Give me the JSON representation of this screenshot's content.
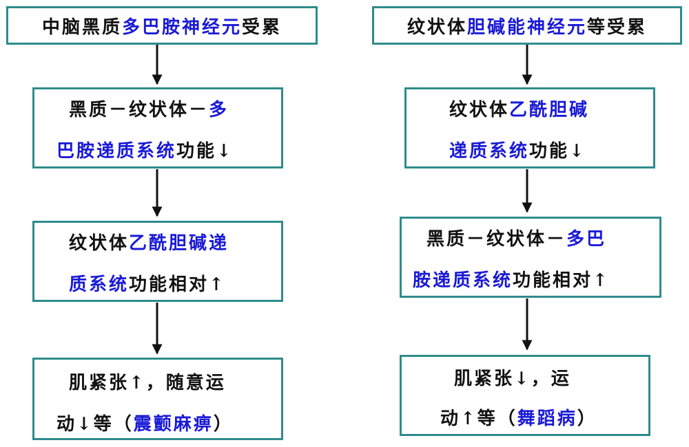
{
  "left_column": {
    "box1": [
      {
        "text": "中脑黑质",
        "color": "black"
      },
      {
        "text": "多巴胺神经元",
        "color": "blue"
      },
      {
        "text": "受累",
        "color": "black"
      }
    ],
    "box2_line1": [
      {
        "text": "黑质－纹状体－",
        "color": "black"
      },
      {
        "text": "多",
        "color": "blue"
      }
    ],
    "box2_line2": [
      {
        "text": "巴胺递质系统",
        "color": "blue"
      },
      {
        "text": "功能↓",
        "color": "black"
      }
    ],
    "box3_line1": [
      {
        "text": "纹状体",
        "color": "black"
      },
      {
        "text": "乙酰胆碱递",
        "color": "blue"
      }
    ],
    "box3_line2": [
      {
        "text": "质系统",
        "color": "blue"
      },
      {
        "text": "功能相对↑",
        "color": "black"
      }
    ],
    "box4_line1": [
      {
        "text": "肌紧张↑，随意运",
        "color": "black"
      }
    ],
    "box4_line2": [
      {
        "text": "动↓等（",
        "color": "black"
      },
      {
        "text": "震颤麻痹",
        "color": "blue"
      },
      {
        "text": "）",
        "color": "black"
      }
    ]
  },
  "right_column": {
    "box1": [
      {
        "text": "纹状体",
        "color": "black"
      },
      {
        "text": "胆碱能神经元",
        "color": "blue"
      },
      {
        "text": "等受累",
        "color": "black"
      }
    ],
    "box2_line1": [
      {
        "text": "纹状体",
        "color": "black"
      },
      {
        "text": "乙酰胆碱",
        "color": "blue"
      }
    ],
    "box2_line2": [
      {
        "text": "递质系统",
        "color": "blue"
      },
      {
        "text": "功能↓",
        "color": "black"
      }
    ],
    "box3_line1": [
      {
        "text": "黑质－纹状体－",
        "color": "black"
      },
      {
        "text": "多巴",
        "color": "blue"
      }
    ],
    "box3_line2": [
      {
        "text": "胺递质系统",
        "color": "blue"
      },
      {
        "text": "功能相对↑",
        "color": "black"
      }
    ],
    "box4_line1": [
      {
        "text": "肌紧张↓，运",
        "color": "black"
      }
    ],
    "box4_line2": [
      {
        "text": "动↑等（",
        "color": "black"
      },
      {
        "text": "舞蹈病",
        "color": "blue"
      },
      {
        "text": "）",
        "color": "black"
      }
    ]
  },
  "colors": {
    "border": "#2e8b8b",
    "accent_text": "#1a1ad6",
    "text": "#111111"
  }
}
